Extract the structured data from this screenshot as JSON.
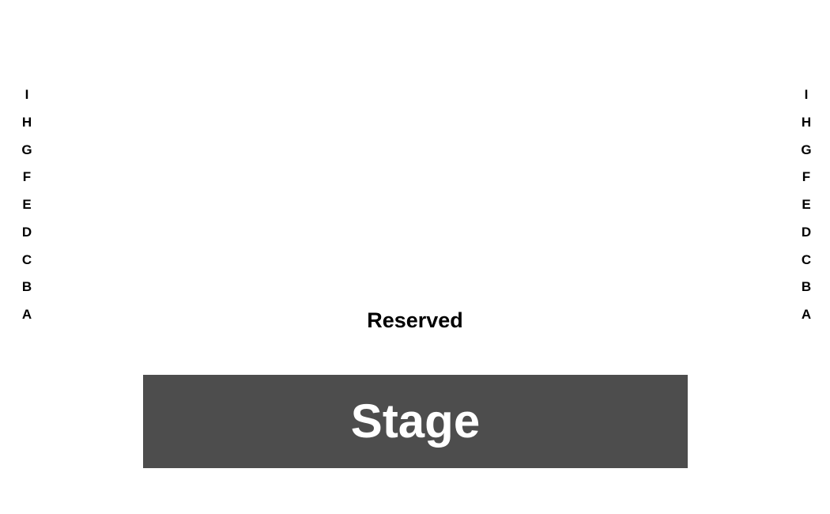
{
  "seating_map": {
    "rows_left": [
      "I",
      "H",
      "G",
      "F",
      "E",
      "D",
      "C",
      "B",
      "A"
    ],
    "rows_right": [
      "I",
      "H",
      "G",
      "F",
      "E",
      "D",
      "C",
      "B",
      "A"
    ],
    "section_label": "Reserved",
    "stage_label": "Stage",
    "colors": {
      "stage_fill": "#4d4d4d",
      "stage_text": "#ffffff",
      "label_text": "#000000"
    }
  }
}
